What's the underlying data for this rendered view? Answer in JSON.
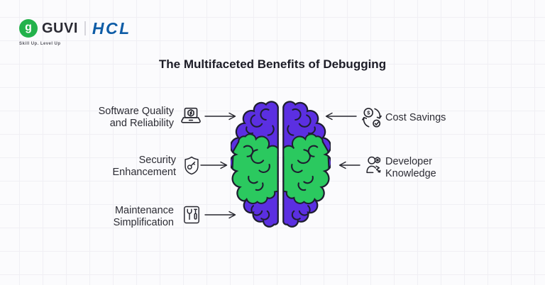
{
  "brand": {
    "guvi_mark": "g",
    "guvi_label": "GUVI",
    "hcl_label": "HCL",
    "tagline": "Skill Up. Level Up"
  },
  "title": "The Multifaceted Benefits of Debugging",
  "benefits_left": [
    {
      "line1": "Software Quality",
      "line2": "and Reliability",
      "icon": "laptop-gear-icon"
    },
    {
      "line1": "Security",
      "line2": "Enhancement",
      "icon": "shield-key-icon"
    },
    {
      "line1": "Maintenance",
      "line2": "Simplification",
      "icon": "maintenance-tools-icon"
    }
  ],
  "benefits_right": [
    {
      "line1": "Cost Savings",
      "line2": "",
      "icon": "cost-savings-icon"
    },
    {
      "line1": "Developer",
      "line2": "Knowledge",
      "icon": "developer-gear-icon"
    }
  ],
  "icons": {
    "currency_symbol": "$"
  },
  "colors": {
    "brain_purple": "#5b2fe1",
    "brain_green": "#2bc95f",
    "outline": "#1e1e30",
    "guvi_green": "#23b24b",
    "hcl_blue": "#0e5ca6",
    "text": "#2c2c34",
    "background": "#fbfbfd"
  }
}
